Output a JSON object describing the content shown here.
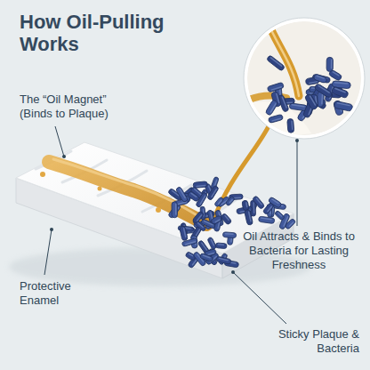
{
  "diagram": {
    "title": "How Oil-Pulling Works",
    "labels": [
      "The “Oil Magnet” (Binds to Plaque)",
      "Oil Attracts & Binds to Bacteria for Lasting Freshness",
      "Protective Enamel",
      "Sticky Plaque & Bacteria"
    ]
  }
}
